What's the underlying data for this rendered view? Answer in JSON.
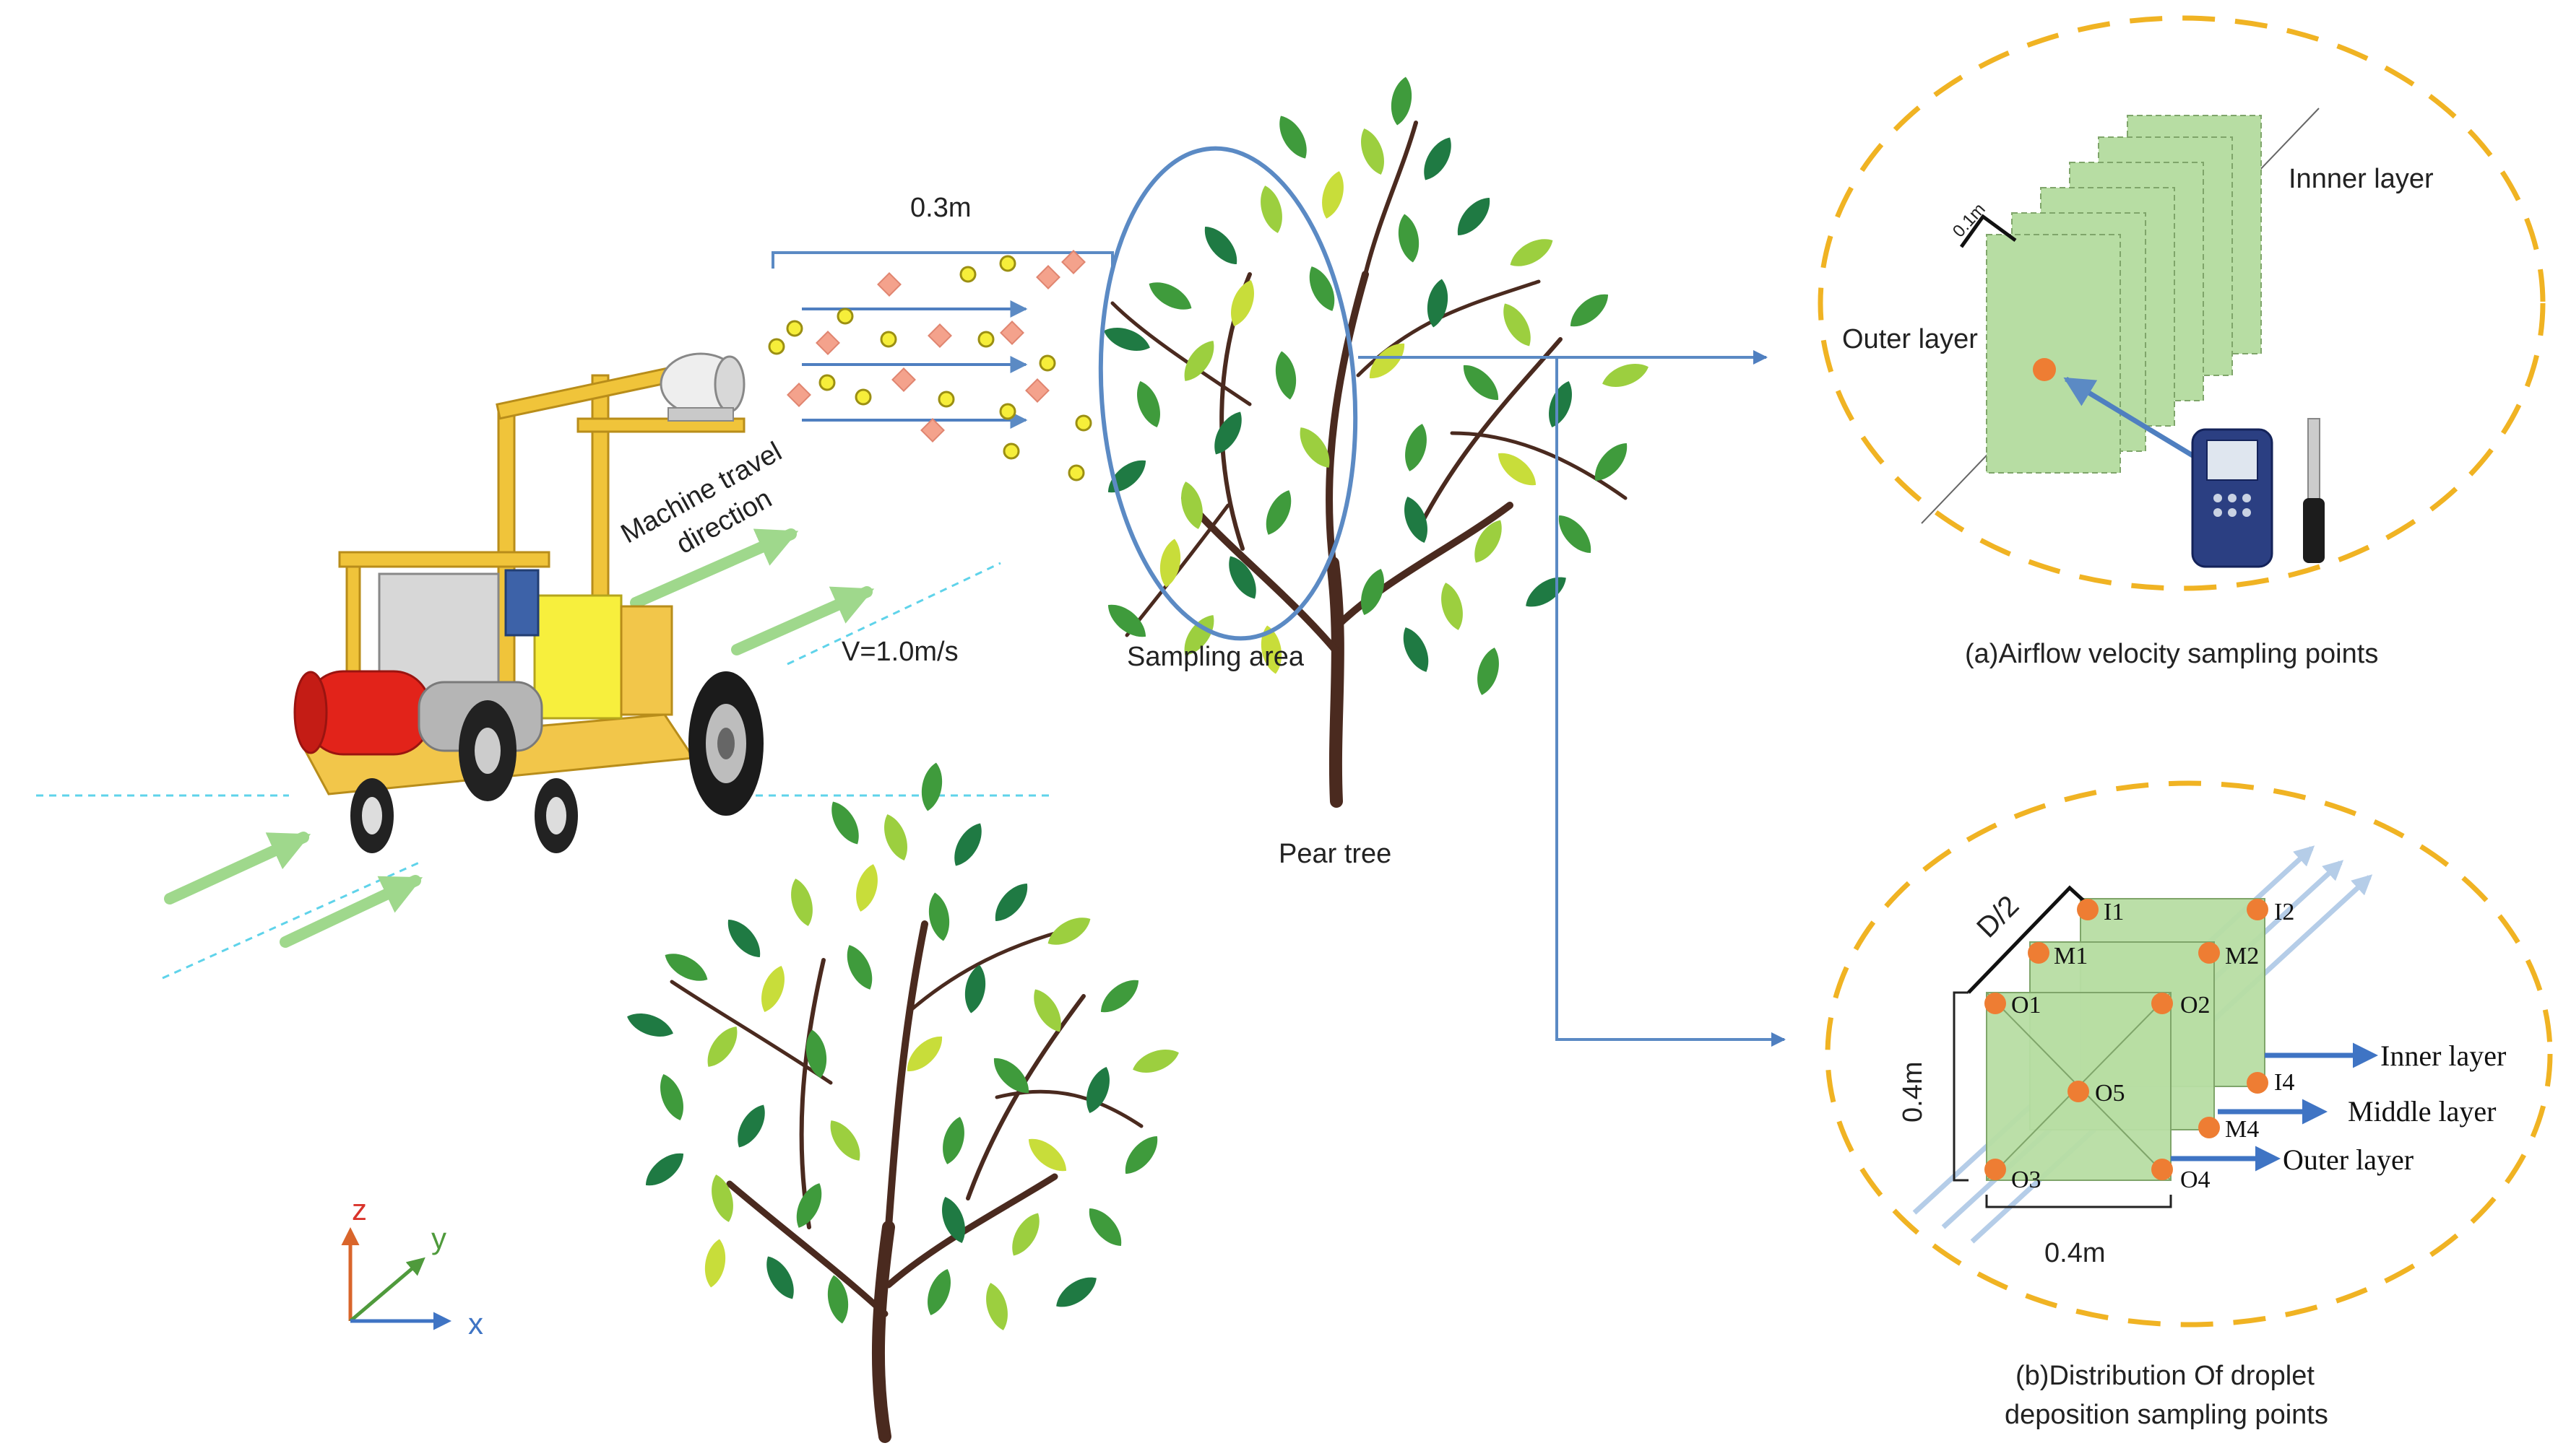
{
  "labels": {
    "distance_top": "0.3m",
    "machine_direction_line1": "Machine travel",
    "machine_direction_line2": "direction",
    "velocity": "V=1.0m/s",
    "sampling_area": "Sampling area",
    "pear_tree": "Pear tree"
  },
  "axes": {
    "z": "z",
    "y": "y",
    "x": "x"
  },
  "panel_a": {
    "inner_layer": "Innner layer",
    "outer_layer": "Outer layer",
    "spacing": "0.1m",
    "caption": "(a)Airflow velocity sampling points"
  },
  "panel_b": {
    "half_depth": "D/2",
    "height": "0.4m",
    "width": "0.4m",
    "points": {
      "I1": "I1",
      "I2": "I2",
      "I4": "I4",
      "M1": "M1",
      "M2": "M2",
      "M4": "M4",
      "O1": "O1",
      "O2": "O2",
      "O3": "O3",
      "O4": "O4",
      "O5": "O5"
    },
    "inner_layer": "Inner layer",
    "middle_layer": "Middle layer",
    "outer_layer": "Outer layer",
    "caption_line1": "(b)Distribution Of droplet",
    "caption_line2": "deposition sampling points"
  },
  "colors": {
    "guide_line": "#5b8ac4",
    "dashed_circle": "#f0b323",
    "sample_point": "#ee7d33",
    "panel_green": "#b7dda3",
    "droplet_pink": "#f4a28c",
    "droplet_yellow": "#f6ee3a",
    "wind_arrow": "#9fd88c"
  }
}
